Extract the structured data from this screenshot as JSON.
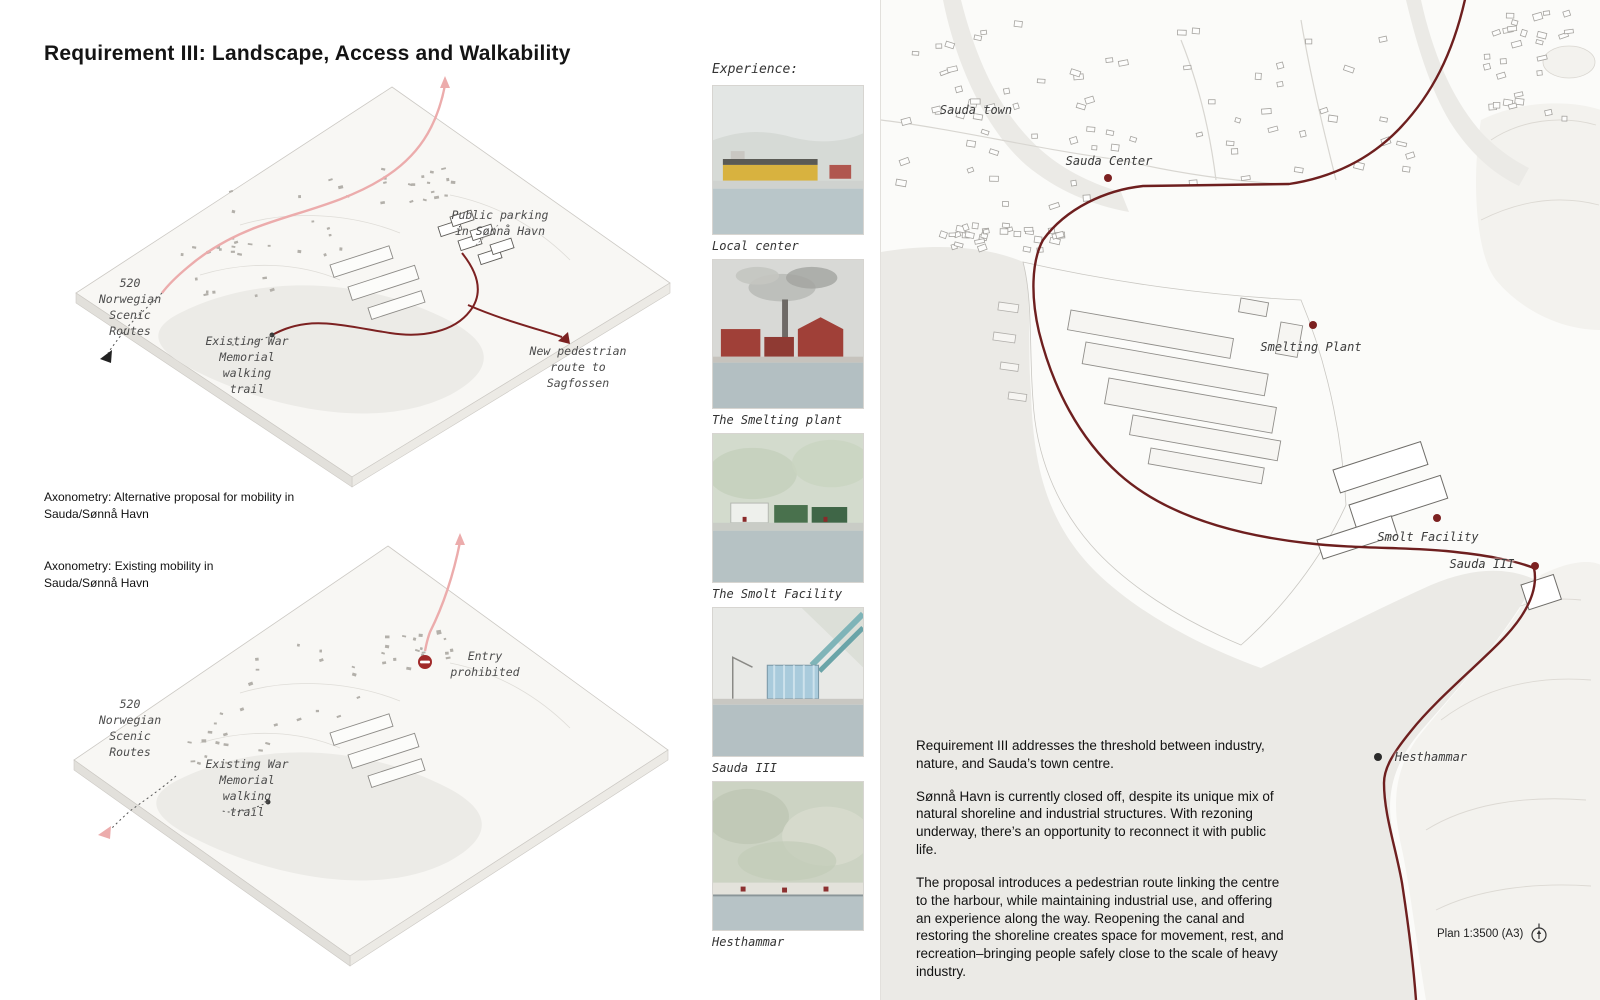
{
  "title": "Requirement III: Landscape, Access and Walkability",
  "axons": {
    "alternative": {
      "caption": "Axonometry: Alternative proposal for mobility in\nSauda/Sønnå Havn",
      "labels": {
        "parking": "Public parking\nin Sønnå Havn",
        "scenic_routes": "520\nNorwegian\nScenic\nRoutes",
        "war_memorial": "Existing War\nMemorial\nwalking\ntrail",
        "new_pedestrian": "New pedestrian\nroute to Sagfossen"
      }
    },
    "existing": {
      "caption": "Axonometry: Existing mobility in\nSauda/Sønnå Havn",
      "labels": {
        "entry_prohibited": "Entry\nprohibited",
        "scenic_routes": "520\nNorwegian\nScenic\nRoutes",
        "war_memorial": "Existing War\nMemorial\nwalking\ntrail"
      }
    }
  },
  "experience": {
    "heading": "Experience:",
    "items": [
      {
        "label": "Local center"
      },
      {
        "label": "The Smelting plant"
      },
      {
        "label": "The Smolt Facility"
      },
      {
        "label": "Sauda III"
      },
      {
        "label": "Hesthammar"
      }
    ]
  },
  "map": {
    "labels": {
      "sauda_town": "Sauda town",
      "sauda_center": "Sauda Center",
      "smelting_plant": "Smelting Plant",
      "smolt_facility": "Smolt Facility",
      "sauda_iii": "Sauda III",
      "hesthammar": "Hesthammar"
    },
    "scale_note": "Plan 1:3500 (A3)"
  },
  "description": {
    "p1": "Requirement III addresses the threshold between industry, nature, and Sauda’s town centre.",
    "p2": "Sønnå Havn is currently closed off, despite its unique mix of natural shoreline and industrial structures. With rezoning underway, there’s an opportunity to reconnect it with public life.",
    "p3": "The proposal introduces a pedestrian route linking the centre to the harbour, while maintaining industrial use, and offering an experience along the way. Reopening the canal and restoring the shoreline creates space for movement, rest, and recreation–bringing people safely close to the scale of heavy industry."
  },
  "colors": {
    "route_dark": "#6e1f1f",
    "route_pink": "#ecacac",
    "marker_red": "#7c2121",
    "water": "#ebeae6"
  }
}
